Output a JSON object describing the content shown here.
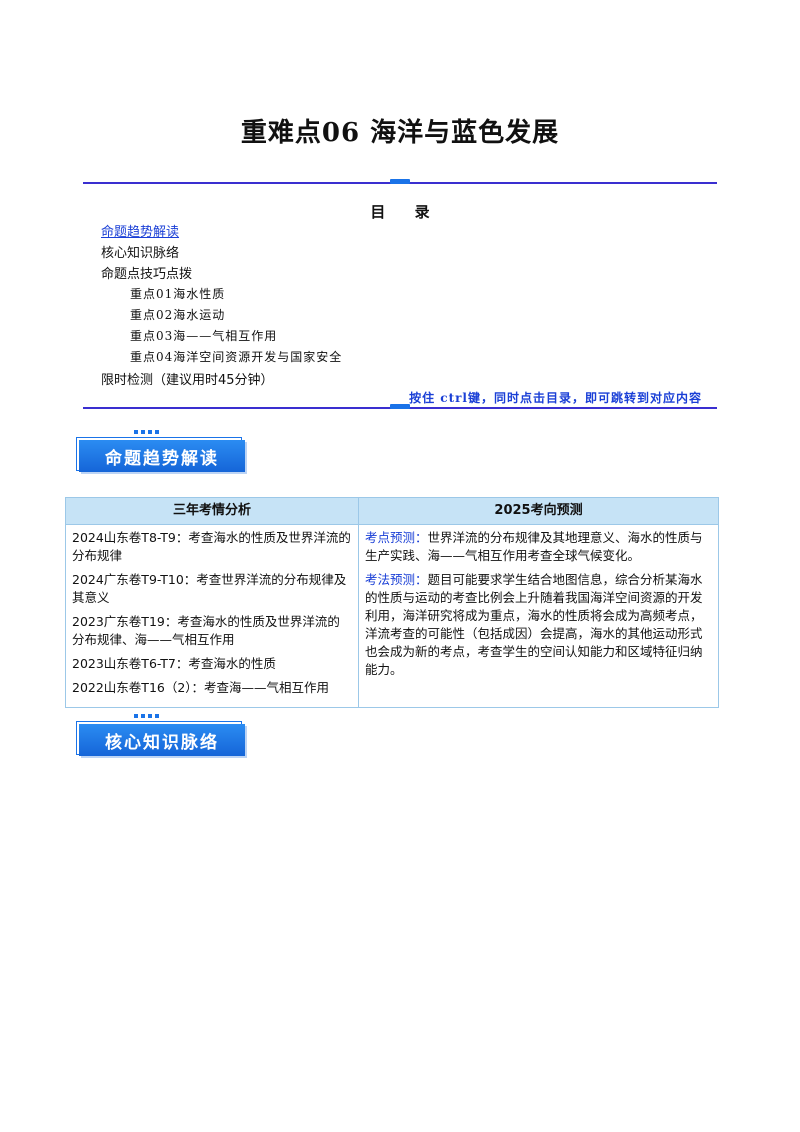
{
  "header": {
    "title": "重难点06  海洋与蓝色发展"
  },
  "toc": {
    "heading": "目 录",
    "items": [
      {
        "label": "命题趋势解读",
        "link": true
      },
      {
        "label": "核心知识脉络",
        "link": false
      },
      {
        "label": "命题点技巧点拨",
        "link": false
      }
    ],
    "subitems": [
      "重点01海水性质",
      "重点02海水运动",
      "重点03海——气相互作用",
      "重点04海洋空间资源开发与国家安全"
    ],
    "last_item": "限时检测（建议用时45分钟）",
    "hint": "按住 ctrl键，同时点击目录，即可跳转到对应内容"
  },
  "sections": {
    "trend_badge": "命题趋势解读",
    "knowledge_badge": "核心知识脉络"
  },
  "table": {
    "headers": [
      "三年考情分析",
      "2025考向预测"
    ],
    "records": [
      "2024山东卷T8-T9：考查海水的性质及世界洋流的分布规律",
      "2024广东卷T9-T10：考查世界洋流的分布规律及其意义",
      "2023广东卷T19：考查海水的性质及世界洋流的分布规律、海——气相互作用",
      "2023山东卷T6-T7：考查海水的性质",
      "2022山东卷T16（2）：考查海——气相互作用"
    ],
    "predictions": [
      {
        "label": "考点预测：",
        "text": "世界洋流的分布规律及其地理意义、海水的性质与生产实践、海——气相互作用考查全球气候变化。"
      },
      {
        "label": "考法预测：",
        "text": "题目可能要求学生结合地图信息，综合分析某海水的性质与运动的考查比例会上升随着我国海洋空间资源的开发利用，海洋研究将成为重点，海水的性质将会成为高频考点，洋流考查的可能性（包括成因）会提高，海水的其他运动形式也会成为新的考点，考查学生的空间认知能力和区域特征归纳能力。"
      }
    ]
  },
  "colors": {
    "accent": "#1a73e8",
    "rule": "#3a2fd0",
    "link": "#1a3fd6",
    "table_header": "#c6e3f6"
  }
}
